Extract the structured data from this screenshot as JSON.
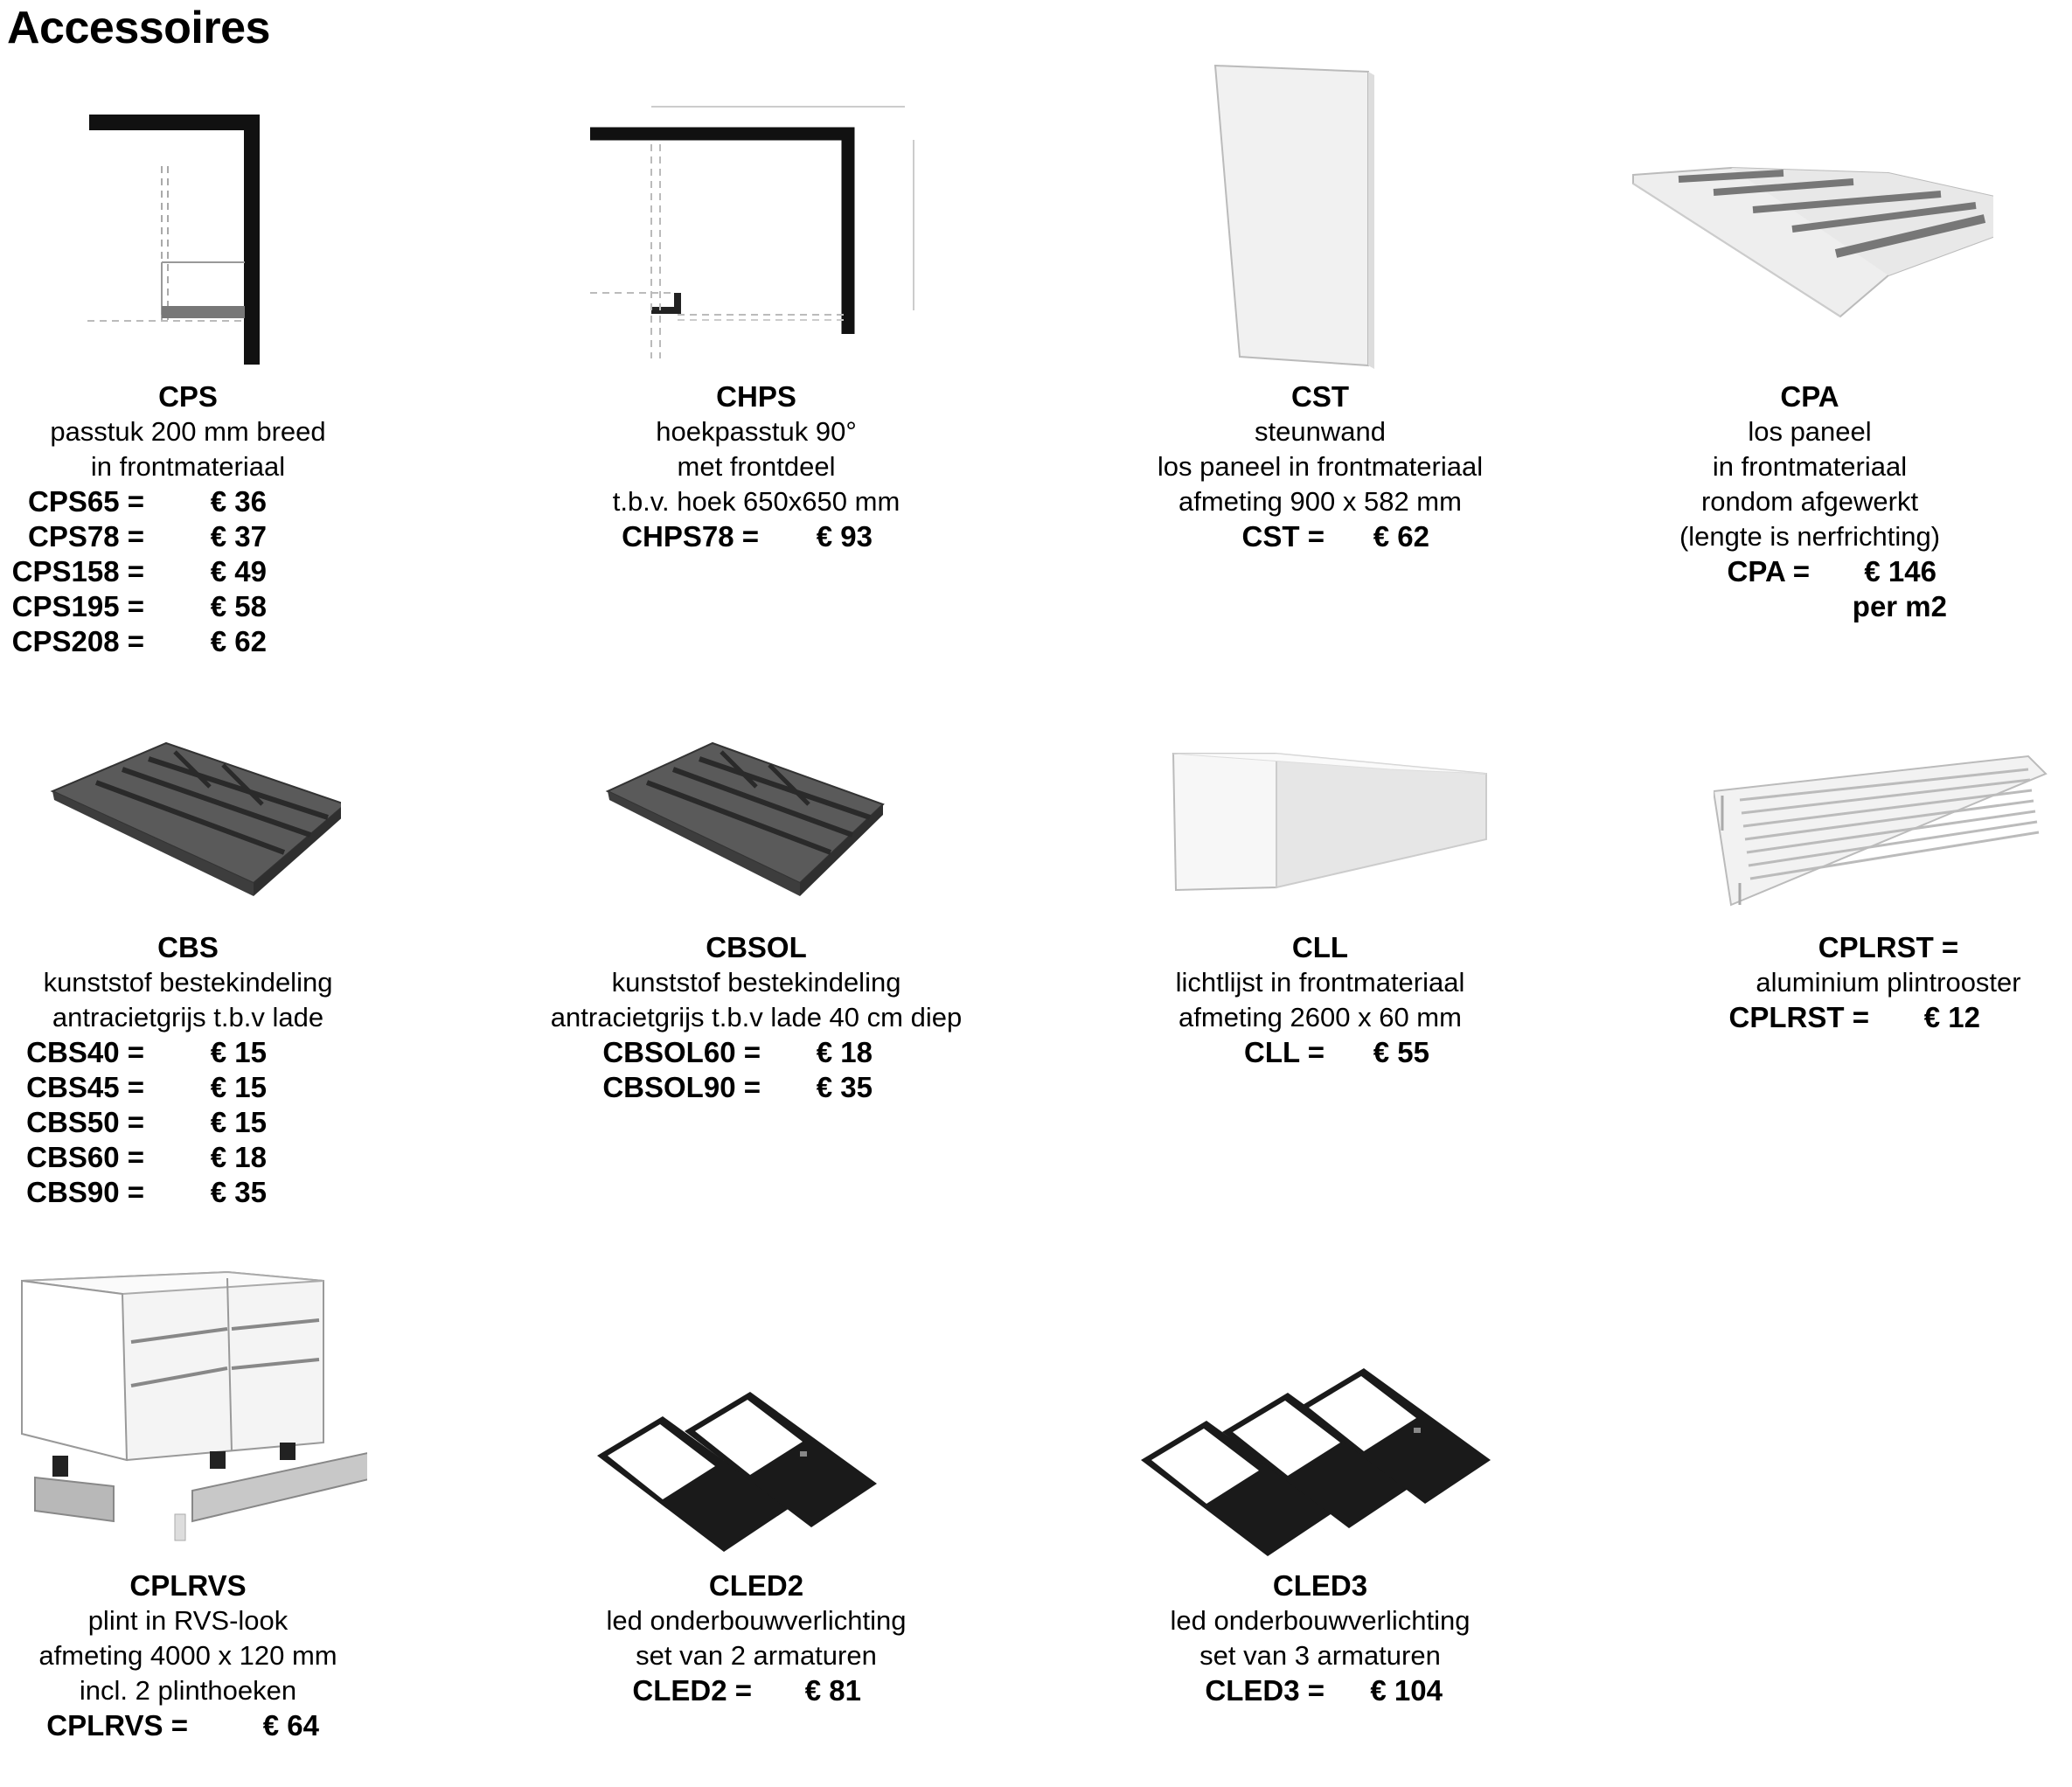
{
  "page": {
    "title": "Accessoires"
  },
  "items": [
    {
      "code": "CPS",
      "description": [
        "passtuk 200 mm breed",
        "in frontmateriaal"
      ],
      "prices": [
        {
          "code": "CPS65 =",
          "price": "€ 36"
        },
        {
          "code": "CPS78 =",
          "price": "€ 37"
        },
        {
          "code": "CPS158 =",
          "price": "€ 49"
        },
        {
          "code": "CPS195 =",
          "price": "€ 58"
        },
        {
          "code": "CPS208 =",
          "price": "€ 62"
        }
      ]
    },
    {
      "code": "CHPS",
      "description": [
        "hoekpasstuk 90°",
        "met frontdeel",
        "t.b.v. hoek 650x650 mm"
      ],
      "prices": [
        {
          "code": "CHPS78 =",
          "price": "€ 93"
        }
      ]
    },
    {
      "code": "CST",
      "description": [
        "steunwand",
        "los paneel in frontmateriaal",
        "afmeting 900 x 582 mm"
      ],
      "prices": [
        {
          "code": "CST =",
          "price": "€ 62"
        }
      ]
    },
    {
      "code": "CPA",
      "description": [
        "los paneel",
        "in frontmateriaal",
        "rondom afgewerkt",
        "(lengte is nerfrichting)"
      ],
      "prices": [
        {
          "code": "CPA =",
          "price": "€ 146"
        }
      ],
      "suffix": "per m2"
    },
    {
      "code": "CBS",
      "description": [
        "kunststof bestekindeling",
        "antracietgrijs t.b.v lade"
      ],
      "prices": [
        {
          "code": "CBS40 =",
          "price": "€ 15"
        },
        {
          "code": "CBS45 =",
          "price": "€ 15"
        },
        {
          "code": "CBS50 =",
          "price": "€ 15"
        },
        {
          "code": "CBS60 =",
          "price": "€ 18"
        },
        {
          "code": "CBS90 =",
          "price": "€ 35"
        }
      ]
    },
    {
      "code": "CBSOL",
      "description": [
        "kunststof bestekindeling",
        "antracietgrijs t.b.v lade 40 cm diep"
      ],
      "prices": [
        {
          "code": "CBSOL60 =",
          "price": "€ 18"
        },
        {
          "code": "CBSOL90 =",
          "price": "€ 35"
        }
      ]
    },
    {
      "code": "CLL",
      "description": [
        "lichtlijst in frontmateriaal",
        "afmeting 2600 x 60 mm"
      ],
      "prices": [
        {
          "code": "CLL =",
          "price": "€ 55"
        }
      ]
    },
    {
      "code": "CPLRST =",
      "description": [
        "aluminium plintrooster"
      ],
      "prices": [
        {
          "code": "CPLRST =",
          "price": "€ 12"
        }
      ]
    },
    {
      "code": "CPLRVS",
      "description": [
        "plint in RVS-look",
        "afmeting 4000 x 120 mm",
        "incl. 2 plinthoeken"
      ],
      "prices": [
        {
          "code": "CPLRVS =",
          "price": "€ 64"
        }
      ]
    },
    {
      "code": "CLED2",
      "description": [
        "led onderbouwverlichting",
        "set van 2 armaturen"
      ],
      "prices": [
        {
          "code": "CLED2 =",
          "price": "€ 81"
        }
      ]
    },
    {
      "code": "CLED3",
      "description": [
        "led onderbouwverlichting",
        "set van 3 armaturen"
      ],
      "prices": [
        {
          "code": "CLED3 =",
          "price": "€ 104"
        }
      ]
    }
  ]
}
